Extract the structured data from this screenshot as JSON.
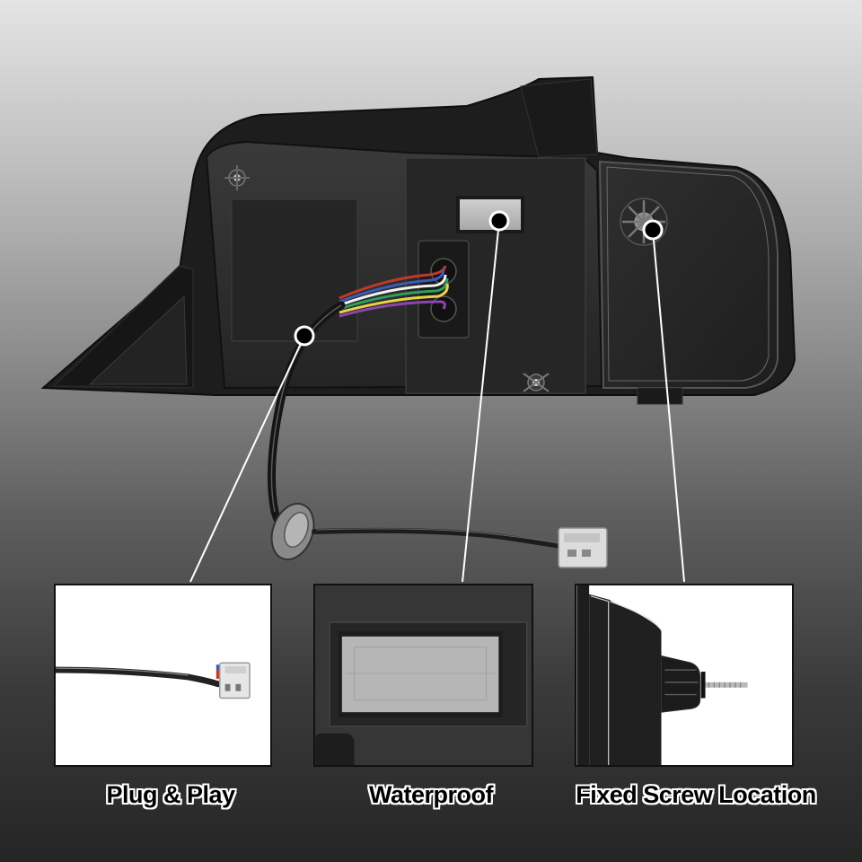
{
  "image": {
    "subject": "Tail light housing (rear view) with wiring harness",
    "background_gradient": [
      "#e4e4e4",
      "#252525"
    ],
    "accent_colors": {
      "callout_dot": "#000000",
      "callout_ring": "#ffffff",
      "leader_line": "#ffffff",
      "housing": "#2c2c2c",
      "waterproof_patch": "#b8b8b8"
    }
  },
  "features": [
    {
      "id": "plug-and-play",
      "label": "Plug & Play",
      "panel_icon": "connector-plug-icon"
    },
    {
      "id": "waterproof",
      "label": "Waterproof",
      "panel_icon": "vent-membrane-icon"
    },
    {
      "id": "fixed-screw-location",
      "label": "Fixed Screw Location",
      "panel_icon": "mounting-stud-icon"
    }
  ],
  "wire_colors": [
    "#c0392b",
    "#3b5bb5",
    "#f1f1f1",
    "#2e9e5e",
    "#e8d24a",
    "#8e44ad"
  ]
}
